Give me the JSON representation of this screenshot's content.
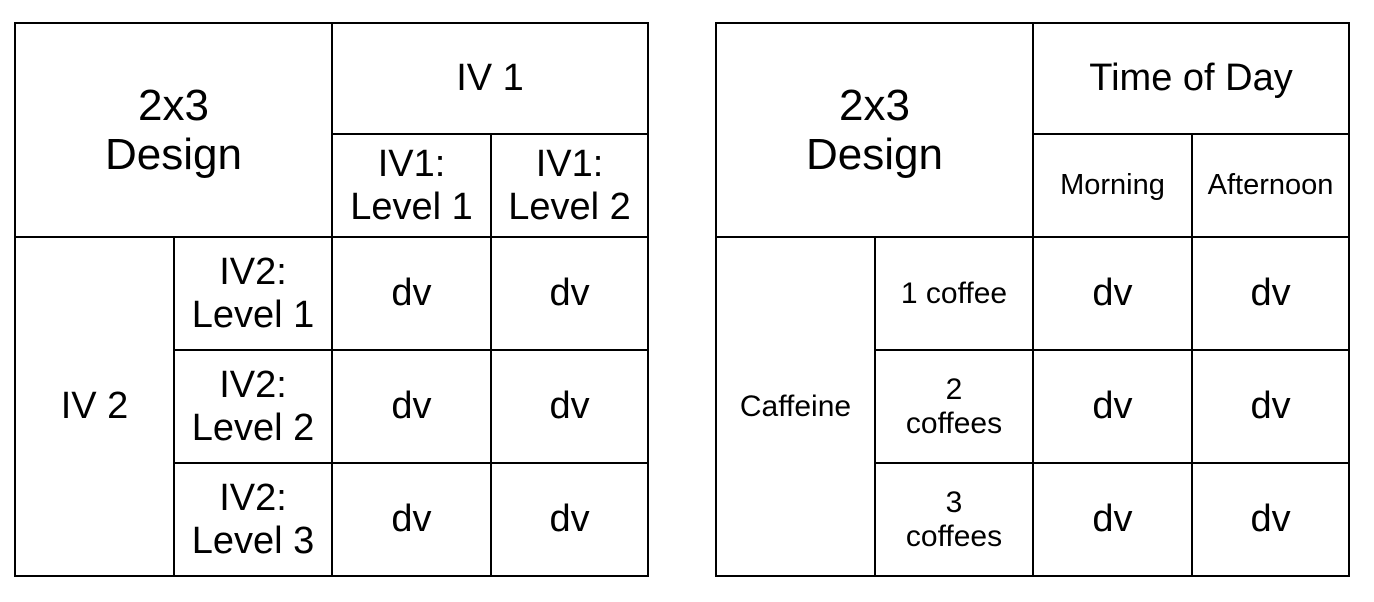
{
  "tables": [
    {
      "id": "generic",
      "corner_label": "2x3\nDesign",
      "corner_line1": "2x3",
      "corner_line2": "Design",
      "column_factor": "IV 1",
      "column_levels": [
        "IV1:\nLevel 1",
        "IV1:\nLevel 2"
      ],
      "column_levels_line1": [
        "IV1:",
        "IV1:"
      ],
      "column_levels_line2": [
        "Level 1",
        "Level 2"
      ],
      "row_factor": "IV 2",
      "row_levels_line1": [
        "IV2:",
        "IV2:",
        "IV2:"
      ],
      "row_levels_line2": [
        "Level 1",
        "Level 2",
        "Level 3"
      ],
      "cells": [
        [
          "dv",
          "dv"
        ],
        [
          "dv",
          "dv"
        ],
        [
          "dv",
          "dv"
        ]
      ]
    },
    {
      "id": "example",
      "corner_line1": "2x3",
      "corner_line2": "Design",
      "column_factor": "Time of Day",
      "column_levels_line1": [
        "Morning",
        "Afternoon"
      ],
      "column_levels_line2": [
        "",
        ""
      ],
      "row_factor": "Caffeine",
      "row_levels_line1": [
        "1 coffee",
        "2",
        "3"
      ],
      "row_levels_line2": [
        "",
        "coffees",
        "coffees"
      ],
      "cells": [
        [
          "dv",
          "dv"
        ],
        [
          "dv",
          "dv"
        ],
        [
          "dv",
          "dv"
        ]
      ]
    }
  ],
  "style": {
    "border_color": "#000000",
    "text_color": "#000000",
    "background": "#ffffff"
  }
}
